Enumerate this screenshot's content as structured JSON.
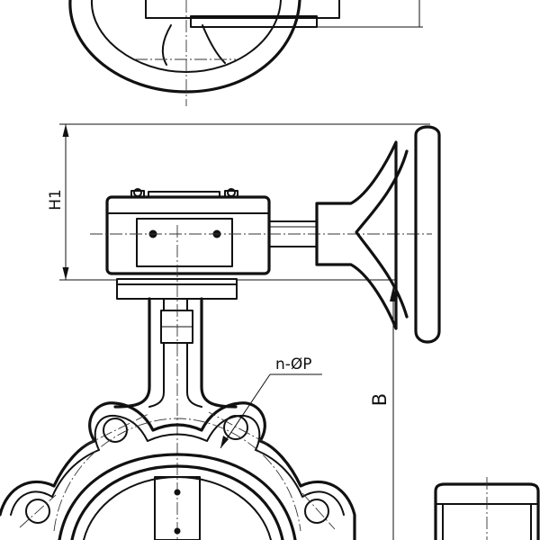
{
  "dimensions": {
    "height_label": "H1",
    "distance_label": "B",
    "hole_label": "n-ØP"
  },
  "colors": {
    "line": "#111111",
    "background": "#ffffff"
  }
}
